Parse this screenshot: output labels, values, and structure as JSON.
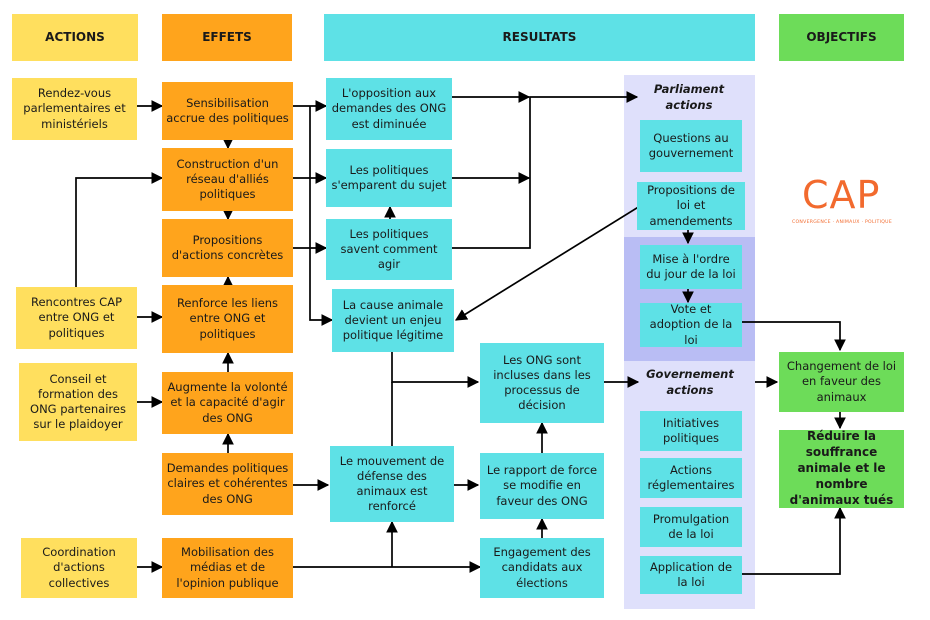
{
  "headers": {
    "actions": "ACTIONS",
    "effets": "EFFETS",
    "resultats": "RESULTATS",
    "objectifs": "OBJECTIFS"
  },
  "actions": {
    "rdv": "Rendez-vous parlementaires et ministériels",
    "rencontres": "Rencontres CAP entre ONG et politiques",
    "conseil": "Conseil et formation des ONG partenaires sur le plaidoyer",
    "coordination": "Coordination d'actions collectives"
  },
  "effets": {
    "sensibilisation": "Sensibilisation accrue des politiques",
    "reseau": "Construction d'un réseau d'alliés politiques",
    "propositions": "Propositions d'actions concrètes",
    "liens": "Renforce les liens entre ONG et politiques",
    "volonte": "Augmente la volonté et la capacité d'agir des ONG",
    "demandes": "Demandes politiques claires et cohérentes des ONG",
    "mobilisation": "Mobilisation des médias et de l'opinion publique"
  },
  "resultats": {
    "opposition": "L'opposition aux demandes des ONG est diminuée",
    "emparent": "Les politiques s'emparent du sujet",
    "savent": "Les politiques savent comment agir",
    "cause": "La cause animale devient un enjeu politique légitime",
    "incluses": "Les ONG sont incluses dans les processus de décision",
    "mouvement": "Le mouvement de défense des animaux est renforcé",
    "rapport": "Le rapport de force se modifie en faveur des ONG",
    "engagement": "Engagement des candidats aux élections"
  },
  "parliament": {
    "title": "Parliament actions",
    "questions": "Questions au gouvernement",
    "propositions": "Propositions de loi et amendements",
    "ordre": "Mise à l'ordre du jour de la loi",
    "vote": "Vote et adoption de la loi"
  },
  "government": {
    "title": "Governement actions",
    "initiatives": "Initiatives politiques",
    "reglementaires": "Actions réglementaires",
    "promulgation": "Promulgation de la loi",
    "application": "Application de la loi"
  },
  "objectifs": {
    "changement": "Changement de loi en faveur des animaux",
    "reduire": "Réduire la souffrance animale et le nombre d'animaux tués"
  },
  "logo": {
    "main": "CAP",
    "tagline": "CONVERGENCE · ANIMAUX · POLITIQUE"
  },
  "colors": {
    "actions": "#ffdf5e",
    "effets": "#ffa41c",
    "resultats": "#5ee1e6",
    "objectifs": "#6ddc59",
    "panel": "#dfe0fb",
    "panel_highlight": "#b9bdf4",
    "logo": "#f26a2e"
  }
}
